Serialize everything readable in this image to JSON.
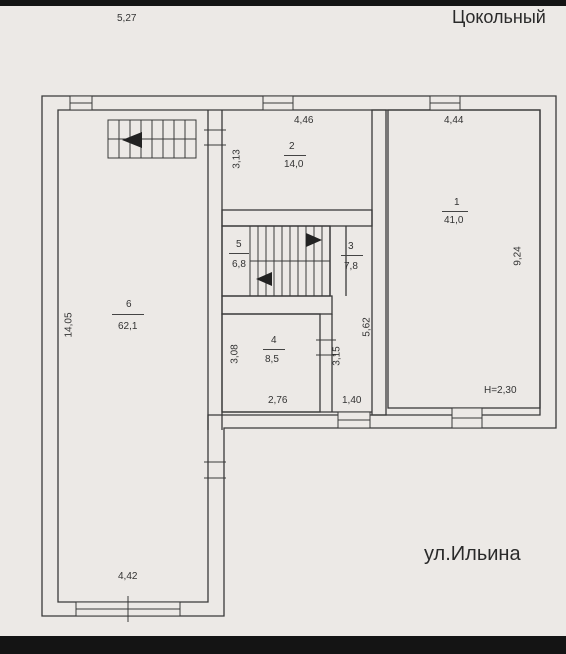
{
  "header": {
    "floor_label": "Цокольный",
    "top_dimension": "5,27"
  },
  "street_label": "ул.Ильина",
  "ceiling_height": "H=2,30",
  "rooms": [
    {
      "number": "1",
      "area": "41,0",
      "width": "4,44",
      "length": "9,24"
    },
    {
      "number": "2",
      "area": "14,0",
      "width": "4,46",
      "length": "3,13"
    },
    {
      "number": "3",
      "area": "7,8",
      "width": "1,40",
      "length": "5,62"
    },
    {
      "number": "4",
      "area": "8,5",
      "width": "2,76",
      "length": "3,08"
    },
    {
      "number": "5",
      "area": "6,8"
    },
    {
      "number": "6",
      "area": "62,1",
      "width": "4,42",
      "length": "14,05"
    }
  ],
  "extra_dimensions": {
    "room4_side": "3,15"
  },
  "colors": {
    "background": "#ece9e6",
    "wall": "#3a3a3a",
    "frame": "#141414"
  }
}
